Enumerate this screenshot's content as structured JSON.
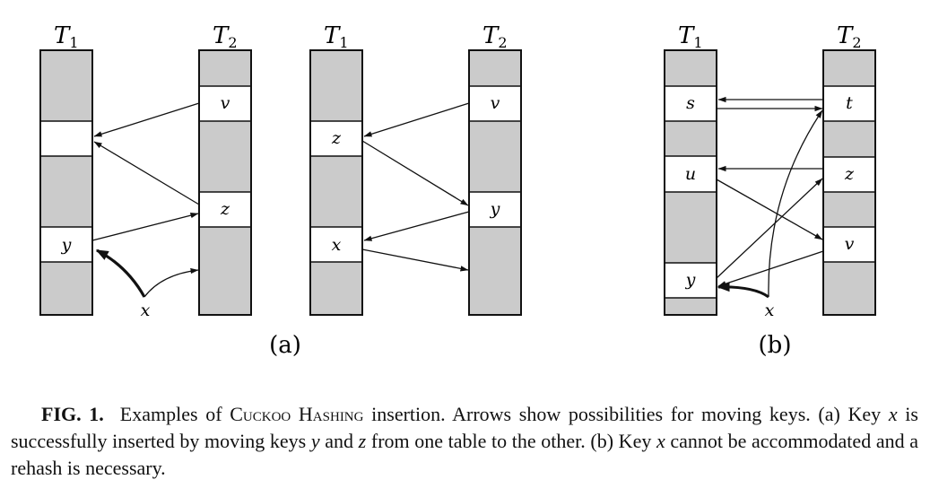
{
  "colors": {
    "filled": "#cbcbcb",
    "empty": "#ffffff",
    "stroke": "#111111"
  },
  "panels": [
    {
      "label": "(a)",
      "tables": [
        {
          "name": "T",
          "sub": "1",
          "cells": [
            "",
            "",
            "",
            "",
            "y",
            ""
          ]
        },
        {
          "name": "T",
          "sub": "2",
          "cells": [
            "",
            "v",
            "",
            "",
            "z",
            ""
          ]
        }
      ],
      "insert_key": "x"
    },
    {
      "tables": [
        {
          "name": "T",
          "sub": "1",
          "cells": [
            "",
            "",
            "z",
            "",
            "",
            "x"
          ]
        },
        {
          "name": "T",
          "sub": "2",
          "cells": [
            "",
            "v",
            "",
            "",
            "y",
            ""
          ]
        }
      ]
    },
    {
      "label": "(b)",
      "tables": [
        {
          "name": "T",
          "sub": "1",
          "cells": [
            "",
            "s",
            "",
            "u",
            "",
            "",
            "y"
          ]
        },
        {
          "name": "T",
          "sub": "2",
          "cells": [
            "",
            "t",
            "",
            "z",
            "",
            "v",
            ""
          ]
        }
      ],
      "insert_key": "x"
    }
  ],
  "caption": {
    "fig_num": "FIG. 1.",
    "t1": "Examples of ",
    "method": "Cuckoo Hashing",
    "t2": " insertion.  Arrows show possibilities for moving keys. (a) Key ",
    "k1": "x",
    "t3": " is successfully inserted by moving keys ",
    "k2": "y",
    "t4": " and ",
    "k3": "z",
    "t5": " from one table to the other. (b) Key ",
    "k4": "x",
    "t6": " cannot be accommodated and a rehash is necessary."
  }
}
